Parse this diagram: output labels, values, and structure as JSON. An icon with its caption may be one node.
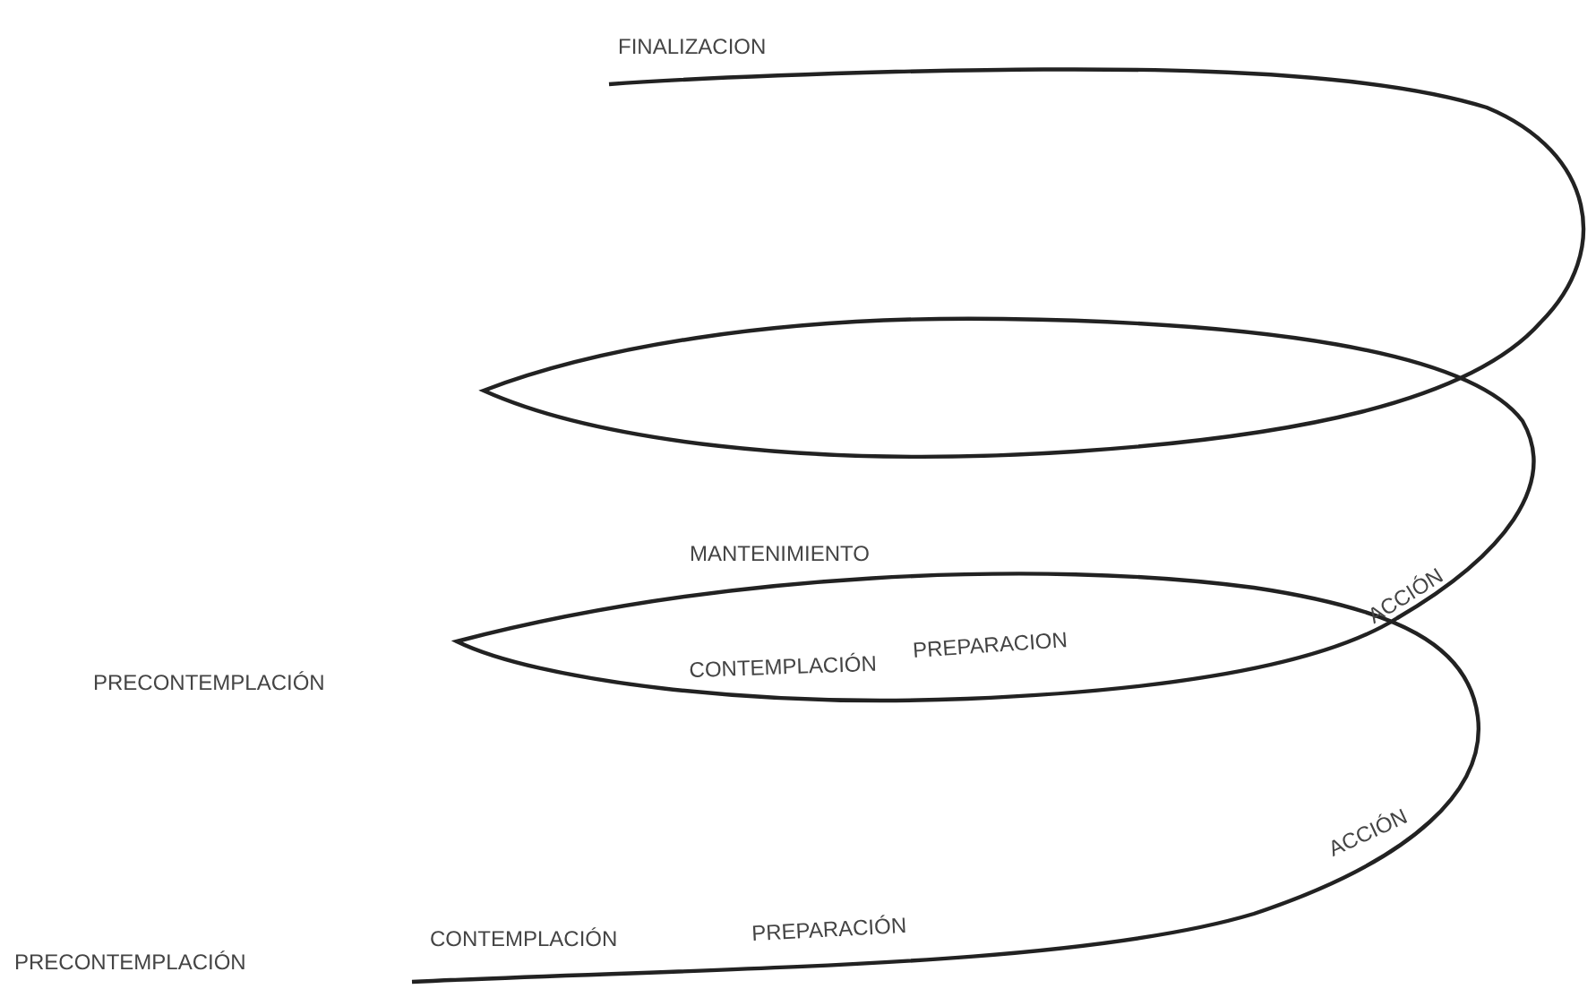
{
  "diagram": {
    "labels": [
      "FINALIZACION",
      "MANTENIMIENTO",
      "ACCIÓN",
      "PRECONTEMPLACIÓN",
      "CONTEMPLACIÓN",
      "PREPARACION",
      "ACCIÓN",
      "PRECONTEMPLACIÓN",
      "CONTEMPLACIÓN",
      "PREPARACIÓN"
    ]
  }
}
